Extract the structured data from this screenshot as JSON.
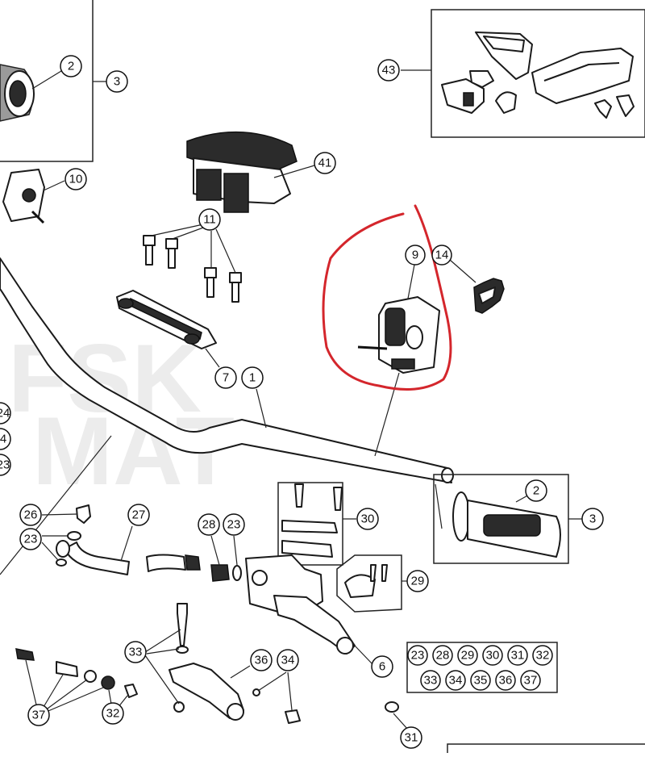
{
  "accent_color": "#d4262c",
  "callouts": {
    "c1": "1",
    "c2a": "2",
    "c2b": "2",
    "c3a": "3",
    "c3b": "3",
    "c6": "6",
    "c7": "7",
    "c9": "9",
    "c10": "10",
    "c11": "11",
    "c14": "14",
    "c23a": "23",
    "c23b": "23",
    "c26": "26",
    "c27": "27",
    "c28": "28",
    "c29": "29",
    "c30": "30",
    "c31": "31",
    "c32": "32",
    "c33": "33",
    "c34": "34",
    "c36": "36",
    "c37": "37",
    "c41": "41",
    "c43": "43",
    "e24": "24",
    "e4": "4",
    "e23": "23"
  },
  "kit": {
    "row1": [
      "23",
      "28",
      "29",
      "30",
      "31",
      "32"
    ],
    "row2": [
      "33",
      "34",
      "35",
      "36",
      "37"
    ]
  },
  "watermark": [
    "FSK",
    "MAT"
  ],
  "icons": [
    "handlebar",
    "grip",
    "switch-unit",
    "clamp",
    "master-cylinder",
    "hand-guard",
    "handlebar-pad"
  ]
}
